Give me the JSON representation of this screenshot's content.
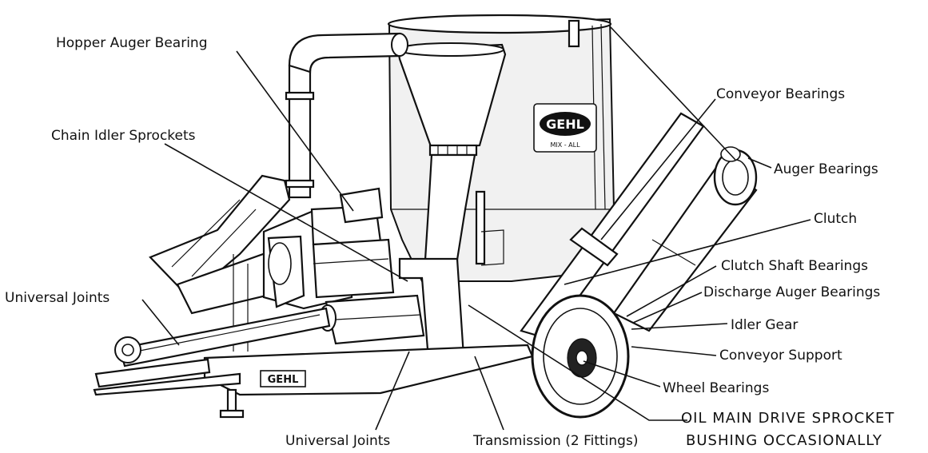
{
  "labels": {
    "hopper_auger_bearing": "Hopper Auger Bearing",
    "chain_idler_sprockets": "Chain Idler Sprockets",
    "universal_joints_left": "Universal Joints",
    "universal_joints_bottom": "Universal Joints",
    "transmission": "Transmission (2 Fittings)",
    "oil_main_drive_line1": "OIL MAIN DRIVE SPROCKET",
    "oil_main_drive_line2": "BUSHING OCCASIONALLY",
    "conveyor_bearings": "Conveyor Bearings",
    "auger_bearings": "Auger Bearings",
    "clutch": "Clutch",
    "clutch_shaft_bearings": "Clutch Shaft Bearings",
    "discharge_auger_bearings": "Discharge Auger Bearings",
    "idler_gear": "Idler Gear",
    "conveyor_support": "Conveyor Support",
    "wheel_bearings": "Wheel Bearings"
  },
  "branding": {
    "badge": "GEHL",
    "badge_sub": "MIX - ALL",
    "frame_logo": "GEHL"
  },
  "colors": {
    "ink": "#111111",
    "paper": "#ffffff",
    "shade": "#f1f1f1"
  }
}
